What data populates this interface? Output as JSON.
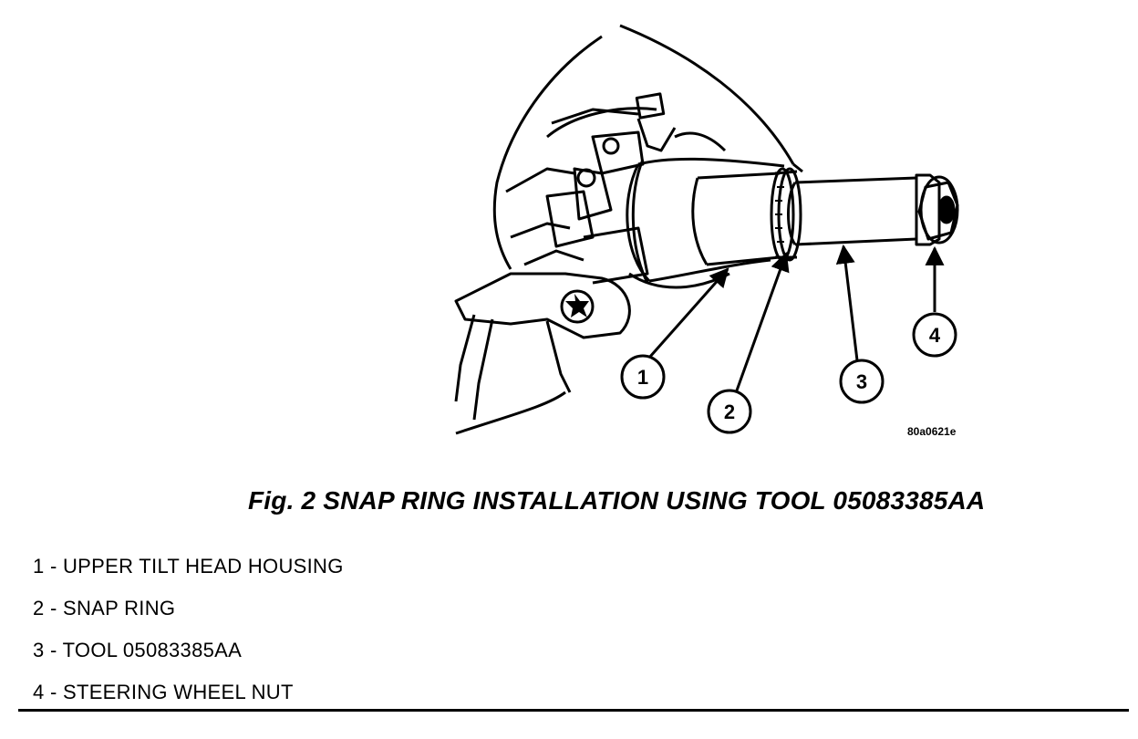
{
  "figure": {
    "caption": "Fig. 2 SNAP RING INSTALLATION USING TOOL 05083385AA",
    "image_code": "80a0621e"
  },
  "callouts": [
    {
      "number": "1"
    },
    {
      "number": "2"
    },
    {
      "number": "3"
    },
    {
      "number": "4"
    }
  ],
  "legend": [
    {
      "text": "1 - UPPER TILT HEAD HOUSING"
    },
    {
      "text": "2 - SNAP RING"
    },
    {
      "text": "3 - TOOL 05083385AA"
    },
    {
      "text": "4 - STEERING WHEEL NUT"
    }
  ]
}
